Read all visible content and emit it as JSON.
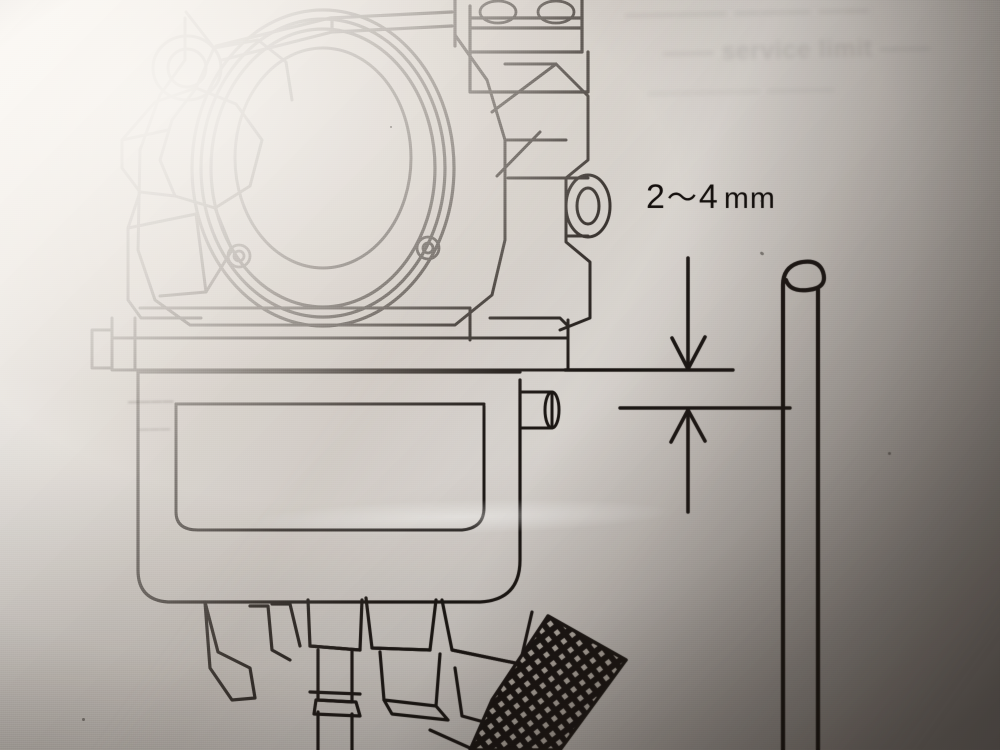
{
  "photo": {
    "subject": "service-manual-page-photograph",
    "content_type": "technical-line-drawing",
    "description": "Photograph of a printed motorcycle service manual page showing a carburetor float-bowl cross-section line drawing with a float-level height dimension and a measuring gauge rod",
    "background_color": "#efece8",
    "ink_color": "#17120f",
    "shadow_color": "#4f453f"
  },
  "diagram": {
    "title": "",
    "dimension_callout": {
      "value_min": "2",
      "range_separator": "〜",
      "value_max": "4",
      "unit": "mm",
      "full_text": "2〜4 mm",
      "name": "float-level-height"
    },
    "parts": [
      {
        "id": "carburetor-body",
        "label": ""
      },
      {
        "id": "carburetor-bore-flange",
        "label": ""
      },
      {
        "id": "choke-lever-bracket",
        "label": ""
      },
      {
        "id": "throttle-cable-bracket",
        "label": ""
      },
      {
        "id": "vent-hose-nipple",
        "label": ""
      },
      {
        "id": "float-bowl",
        "label": ""
      },
      {
        "id": "bowl-mating-flange",
        "label": ""
      },
      {
        "id": "drain-screw",
        "label": ""
      },
      {
        "id": "pilot-jet",
        "label": ""
      },
      {
        "id": "main-jet",
        "label": ""
      },
      {
        "id": "mesh-screen-filter",
        "label": ""
      },
      {
        "id": "float-level-gauge-rod",
        "label": ""
      }
    ],
    "annotations": {
      "upper_extension_line": "fuel-level-reference-line",
      "lower_extension_line": "bowl-mating-surface-line",
      "arrow_top": "down-arrow",
      "arrow_bottom": "up-arrow"
    }
  },
  "ghost_text": {
    "note": "faint bleed-through print from the reverse side of the page, largely illegible",
    "line1": "———— ——— ——",
    "line2": "—— service limit ——",
    "line3": "————— ———",
    "margin1": "————",
    "margin2": "———"
  }
}
